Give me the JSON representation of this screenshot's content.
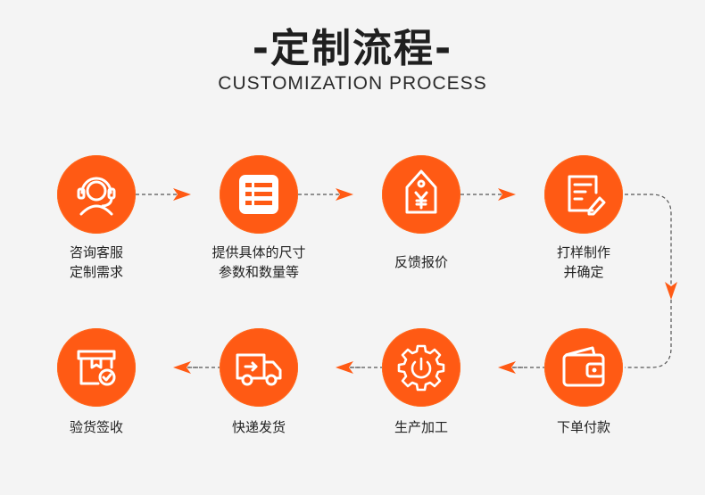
{
  "header": {
    "title": "-定制流程-",
    "subtitle": "CUSTOMIZATION PROCESS"
  },
  "steps": [
    {
      "line1": "咨询客服",
      "line2": "定制需求",
      "icon": "customer-service-headset-icon"
    },
    {
      "line1": "提供具体的尺寸",
      "line2": "参数和数量等",
      "icon": "spec-sheet-icon"
    },
    {
      "line1": "反馈报价",
      "line2": "",
      "icon": "price-tag-icon"
    },
    {
      "line1": "打样制作",
      "line2": "并确定",
      "icon": "sample-document-edit-icon"
    },
    {
      "line1": "下单付款",
      "line2": "",
      "icon": "wallet-icon"
    },
    {
      "line1": "生产加工",
      "line2": "",
      "icon": "gear-production-icon"
    },
    {
      "line1": "快递发货",
      "line2": "",
      "icon": "delivery-truck-icon"
    },
    {
      "line1": "验货签收",
      "line2": "",
      "icon": "package-check-icon"
    }
  ],
  "colors": {
    "accent": "#ff5a14",
    "background": "#f4f4f4",
    "text": "#222222"
  }
}
